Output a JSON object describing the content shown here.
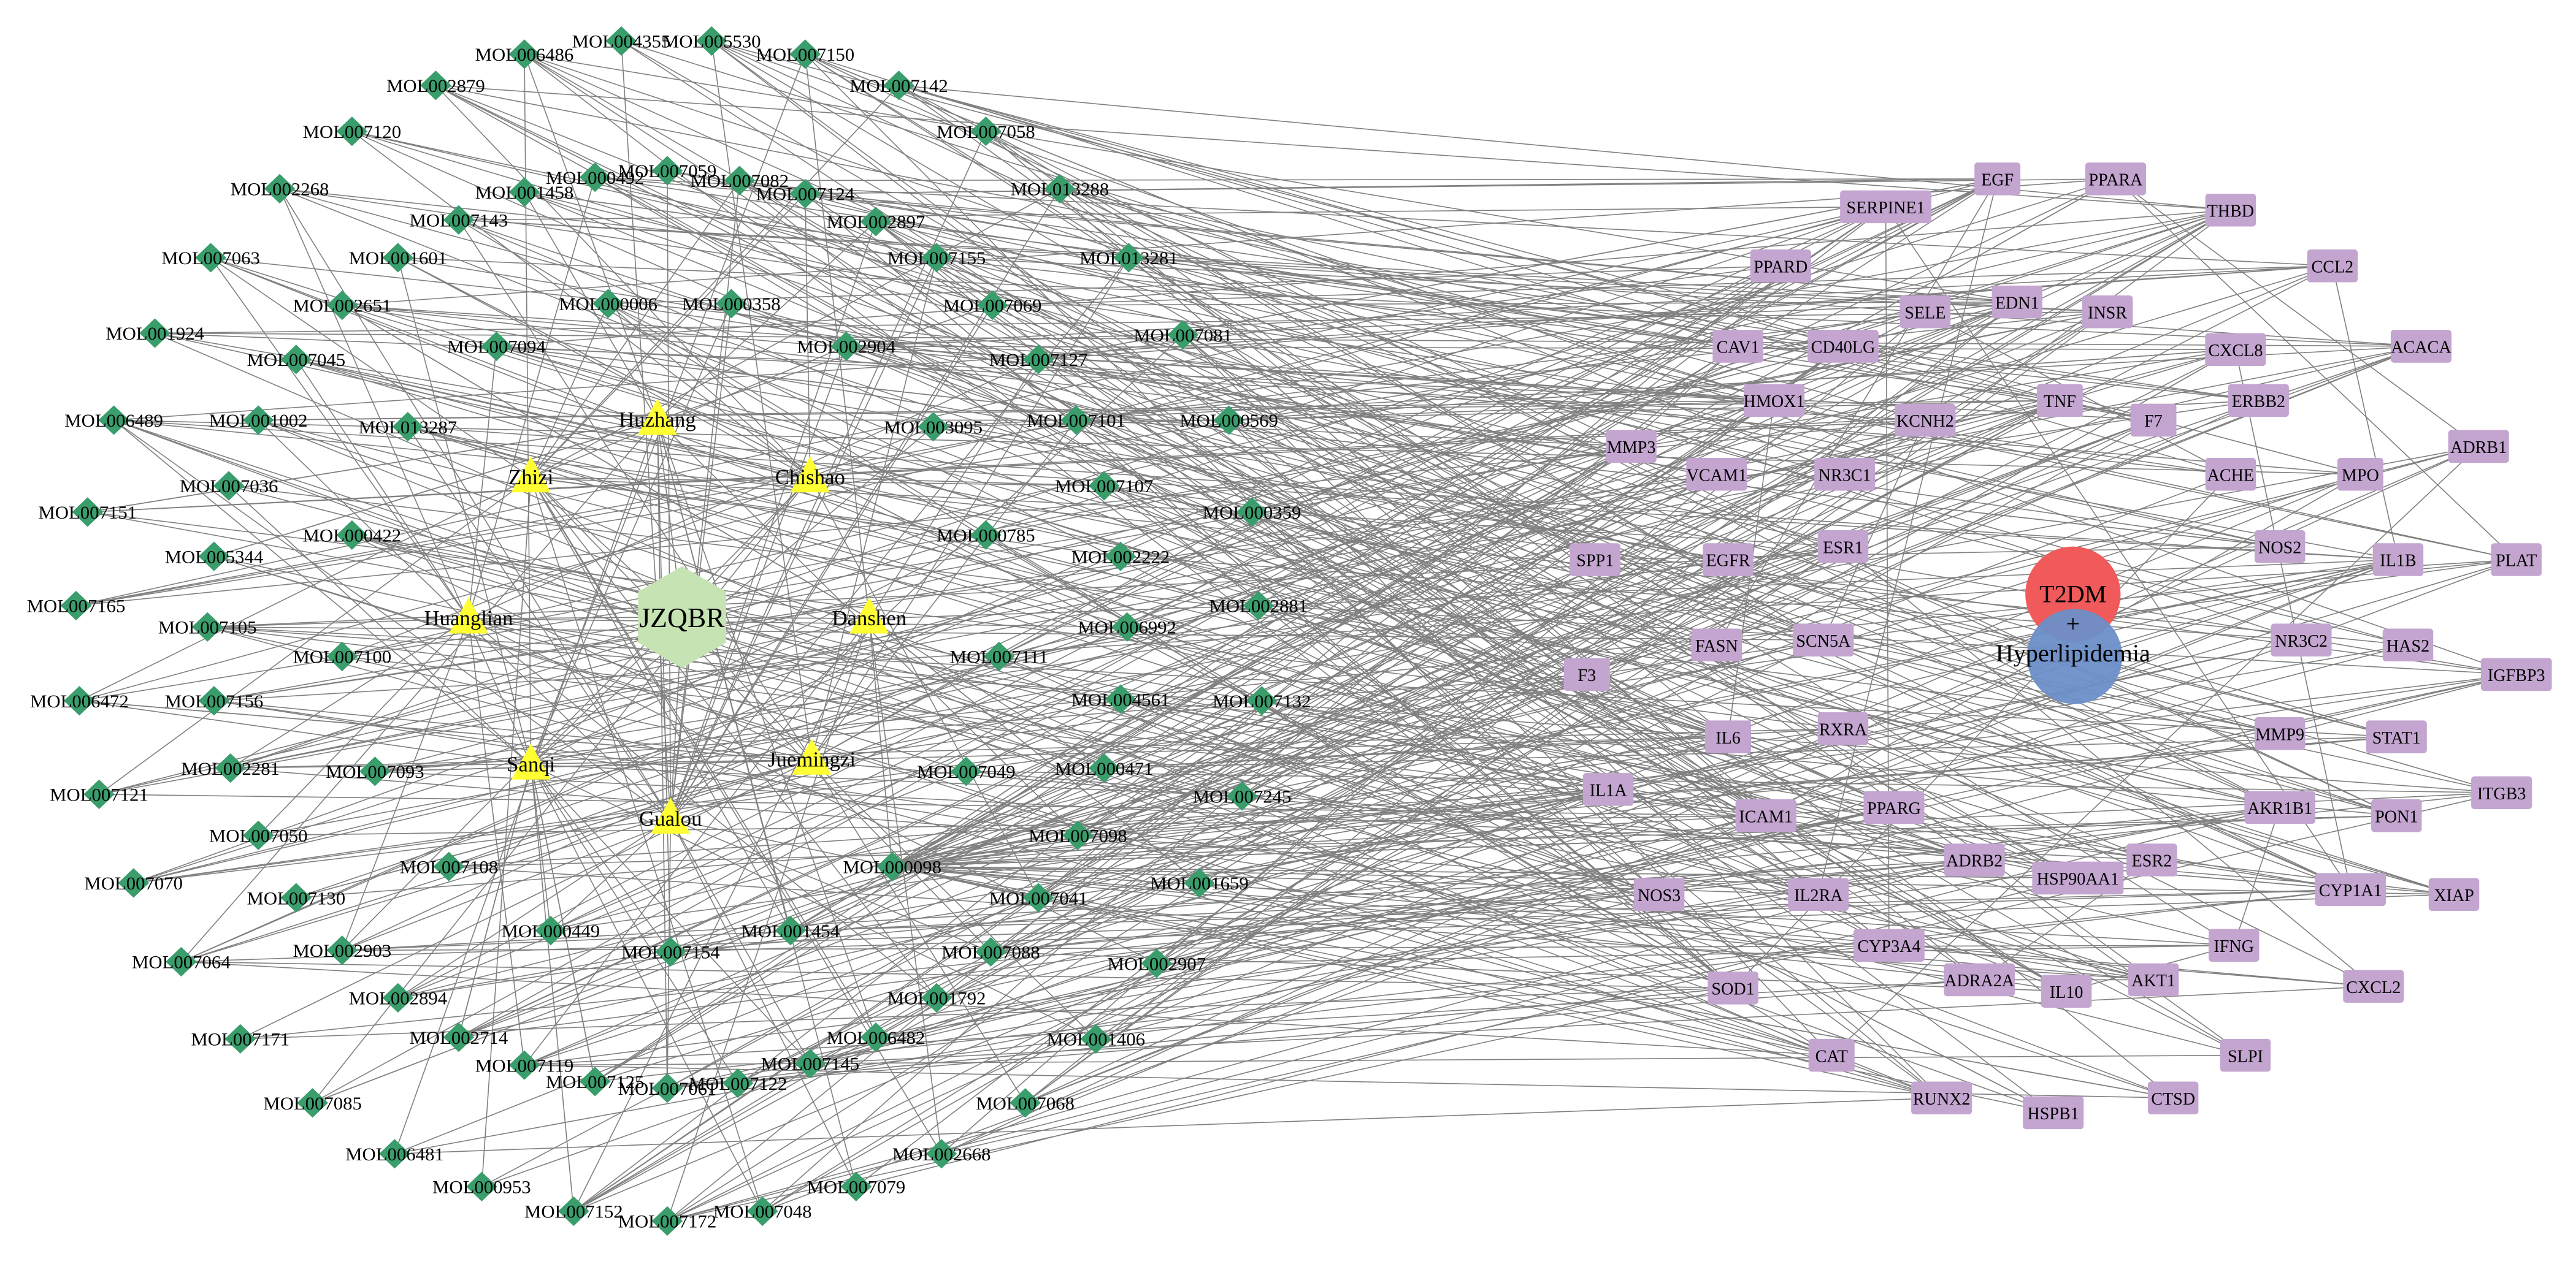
{
  "center": {
    "label": "JZQBR"
  },
  "disease": {
    "label1": "T2DM",
    "plus": "+",
    "label2": "Hyperlipidemia"
  },
  "herbs": [
    "Huzhang",
    "Zhizi",
    "Chishao",
    "Huanglian",
    "Danshen",
    "Sanqi",
    "Juemingzi",
    "Gualou"
  ],
  "molecules": [
    "MOL004355",
    "MOL005530",
    "MOL006486",
    "MOL007150",
    "MOL002879",
    "MOL007142",
    "MOL007120",
    "MOL007058",
    "MOL002268",
    "MOL000492",
    "MOL007059",
    "MOL007082",
    "MOL001458",
    "MOL007124",
    "MOL013288",
    "MOL007143",
    "MOL002897",
    "MOL007063",
    "MOL001601",
    "MOL007155",
    "MOL013281",
    "MOL002651",
    "MOL000006",
    "MOL000358",
    "MOL007069",
    "MOL001924",
    "MOL007094",
    "MOL002904",
    "MOL007127",
    "MOL007081",
    "MOL007045",
    "MOL006489",
    "MOL001002",
    "MOL013287",
    "MOL003095",
    "MOL007101",
    "MOL000569",
    "MOL007036",
    "MOL007107",
    "MOL007151",
    "MOL000359",
    "MOL000422",
    "MOL000785",
    "MOL005344",
    "MOL002222",
    "MOL007165",
    "MOL007105",
    "MOL002881",
    "MOL006992",
    "MOL007100",
    "MOL007111",
    "MOL006472",
    "MOL007156",
    "MOL004561",
    "MOL007132",
    "MOL002281",
    "MOL007093",
    "MOL007049",
    "MOL000471",
    "MOL007121",
    "MOL007245",
    "MOL007050",
    "MOL007098",
    "MOL007108",
    "MOL000098",
    "MOL007070",
    "MOL007130",
    "MOL007041",
    "MOL001659",
    "MOL000449",
    "MOL001454",
    "MOL007064",
    "MOL002903",
    "MOL007154",
    "MOL007088",
    "MOL002907",
    "MOL002894",
    "MOL001792",
    "MOL007171",
    "MOL002714",
    "MOL006482",
    "MOL001406",
    "MOL007119",
    "MOL007145",
    "MOL007125",
    "MOL007061",
    "MOL007122",
    "MOL007085",
    "MOL007068",
    "MOL006481",
    "MOL002668",
    "MOL000953",
    "MOL007079",
    "MOL007152",
    "MOL007172",
    "MOL007048"
  ],
  "targets": [
    "EGF",
    "PPARA",
    "SERPINE1",
    "THBD",
    "PPARD",
    "CCL2",
    "SELE",
    "EDN1",
    "INSR",
    "CAV1",
    "CD40LG",
    "CXCL8",
    "ACACA",
    "HMOX1",
    "KCNH2",
    "TNF",
    "ERBB2",
    "F7",
    "ADRB1",
    "MMP3",
    "VCAM1",
    "NR3C1",
    "ACHE",
    "MPO",
    "SPP1",
    "EGFR",
    "ESR1",
    "NOS2",
    "IL1B",
    "PLAT",
    "NR3C2",
    "HAS2",
    "FASN",
    "SCN5A",
    "F3",
    "IGFBP3",
    "IL6",
    "RXRA",
    "MMP9",
    "STAT1",
    "IL1A",
    "ICAM1",
    "PPARG",
    "AKR1B1",
    "PON1",
    "ITGB3",
    "ADRB2",
    "HSP90AA1",
    "ESR2",
    "CYP1A1",
    "XIAP",
    "NOS3",
    "IL2RA",
    "CYP3A4",
    "IFNG",
    "ADRA2A",
    "AKT1",
    "IL10",
    "CXCL2",
    "SOD1",
    "SLPI",
    "CAT",
    "RUNX2",
    "CTSD",
    "HSPB1"
  ],
  "colors": {
    "molecule": "#3a9d6c",
    "herb": "#ffff33",
    "target": "#c3a5d0",
    "center": "#c6e3b4",
    "t2dm": "#f05a5a",
    "hyperlipidemia": "#6b8fc8",
    "edge": "#808080"
  }
}
